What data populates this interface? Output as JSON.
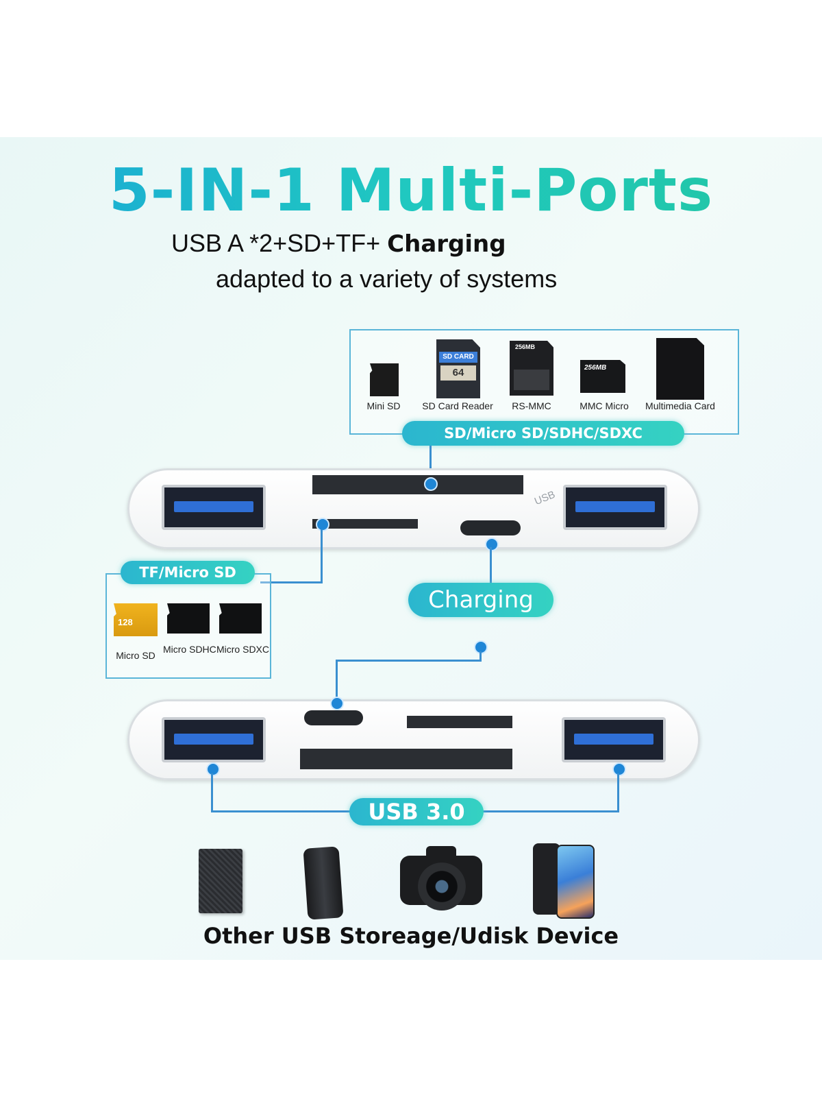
{
  "heading": {
    "title": "5-IN-1 Multi-Ports",
    "subtitle_part1": "USB A *2+SD+TF+ ",
    "subtitle_bold": "Charging",
    "subtitle_line2": "adapted to a variety of systems"
  },
  "sd_section": {
    "label": "SD/Micro SD/SDHC/SDXC",
    "cards": [
      {
        "name": "Mini SD",
        "icon": "mini-sd-card-icon"
      },
      {
        "name": "SD Card Reader",
        "icon": "sd-card-icon",
        "face_text": "SD CARD",
        "capacity": "64"
      },
      {
        "name": "RS-MMC",
        "icon": "rs-mmc-card-icon",
        "face_text": "256MB"
      },
      {
        "name": "MMC Micro",
        "icon": "mmc-micro-card-icon",
        "face_text": "256MB"
      },
      {
        "name": "Multimedia Card",
        "icon": "multimedia-card-icon"
      }
    ]
  },
  "tf_section": {
    "label": "TF/Micro SD",
    "cards": [
      {
        "name": "Micro SD",
        "icon": "micro-sd-card-icon",
        "face_text": "128"
      },
      {
        "name": "Micro SDHC",
        "icon": "micro-sdhc-card-icon"
      },
      {
        "name": "Micro SDXC",
        "icon": "micro-sdxc-card-icon"
      }
    ]
  },
  "charging_label": "Charging",
  "usb_label": "USB 3.0",
  "hub_top_marking": "USB",
  "devices": {
    "label": "Other USB Storeage/Udisk Device",
    "items": [
      "external-drive-icon",
      "portable-hdd-icon",
      "camera-icon",
      "smartphone-icon"
    ]
  },
  "colors": {
    "accent_cyan": "#2bb6cf",
    "connector_blue": "#3a8fd0",
    "usb_tongue_blue": "#2f6fd6"
  }
}
